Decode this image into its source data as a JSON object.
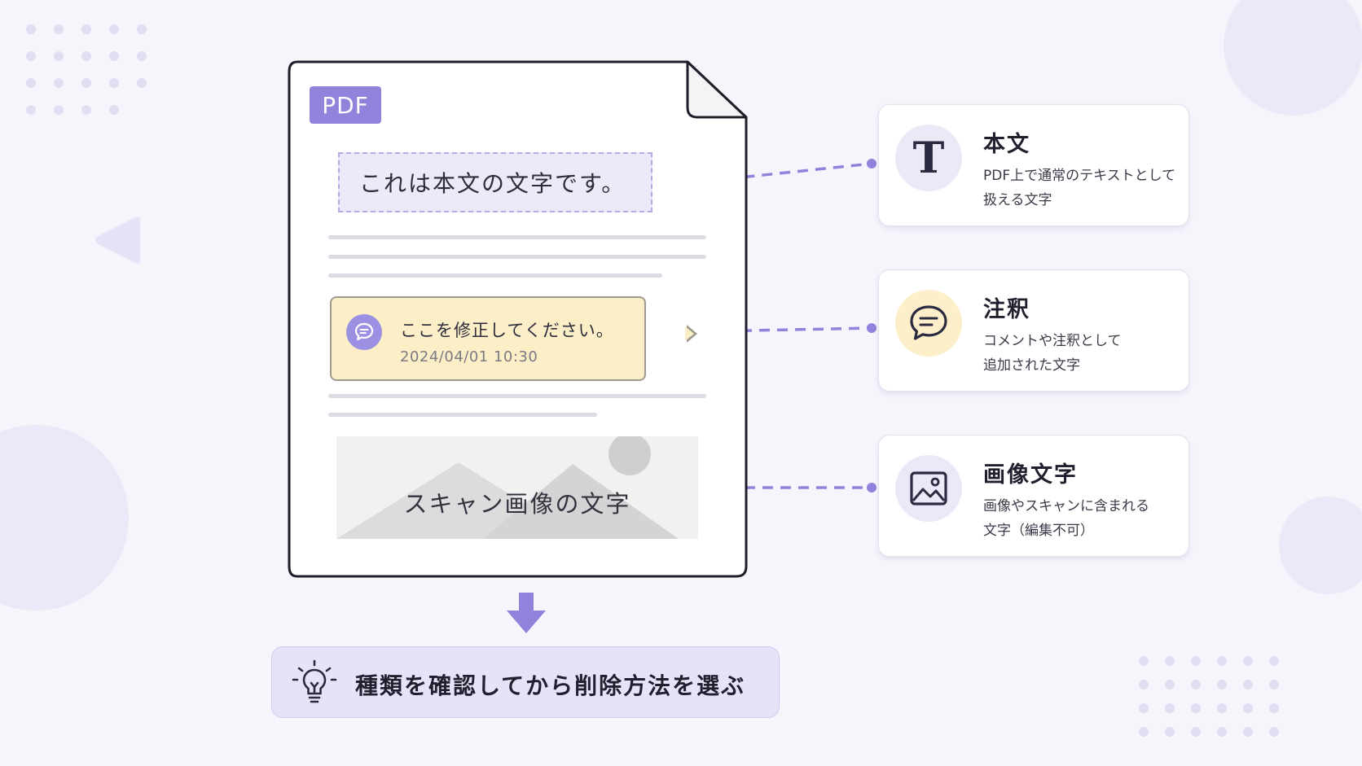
{
  "document": {
    "badge": "PDF",
    "body_text": "これは本文の文字です。",
    "comment": {
      "text": "ここを修正してください。",
      "date": "2024/04/01 10:30"
    },
    "scan_text": "スキャン画像の文字"
  },
  "cards": [
    {
      "title": "本文",
      "desc_line1": "PDF上で通常のテキストとして",
      "desc_line2": "扱える文字",
      "icon": "text-T-icon",
      "icon_letter": "T"
    },
    {
      "title": "注釈",
      "desc_line1": "コメントや注釈として",
      "desc_line2": "追加された文字",
      "icon": "speech-bubble-icon"
    },
    {
      "title": "画像文字",
      "desc_line1": "画像やスキャンに含まれる",
      "desc_line2": "文字（編集不可）",
      "icon": "image-icon"
    }
  ],
  "tip": {
    "text": "種類を確認してから削除方法を選ぶ",
    "icon": "lightbulb-icon"
  },
  "colors": {
    "accent": "#8f83db",
    "accent_light": "#e6e3f8",
    "comment_bg": "#fcefc8",
    "annotation_icon_bg": "#fdefc9",
    "background": "#f6f5fc"
  }
}
